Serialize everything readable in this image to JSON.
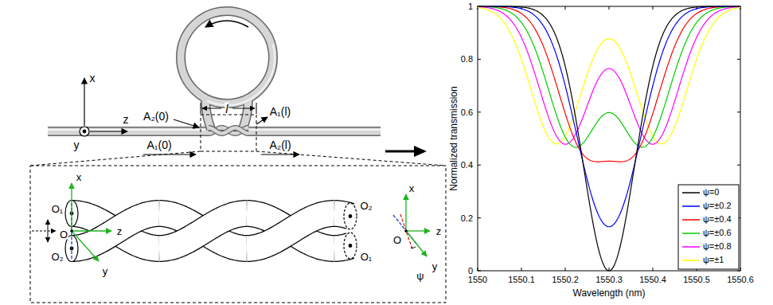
{
  "diagram": {
    "labels": [
      "x",
      "y",
      "z",
      "A₂(0)",
      "A₁(0)",
      "l",
      "A₁(l)",
      "A₂(l)",
      "x",
      "O₁",
      "O",
      "O₂",
      "z",
      "y",
      "O₁",
      "O₂",
      "x",
      "z",
      "O",
      "y",
      "ψ",
      "Normalized transmission",
      "Wavelength (nm)",
      "0",
      "0.2",
      "0.4",
      "0.6",
      "0.8",
      "1",
      "1550",
      "1550.1",
      "1550.2",
      "1550.3",
      "1550.4",
      "1550.5",
      "1550.6"
    ],
    "legend": [
      {
        "text": "ψ=0"
      },
      {
        "text": "ψ=±0.2"
      },
      {
        "text": "ψ=±0.4"
      },
      {
        "text": "ψ=±0.6"
      },
      {
        "text": "ψ=±0.8"
      },
      {
        "text": "ψ=±1"
      }
    ]
  }
}
